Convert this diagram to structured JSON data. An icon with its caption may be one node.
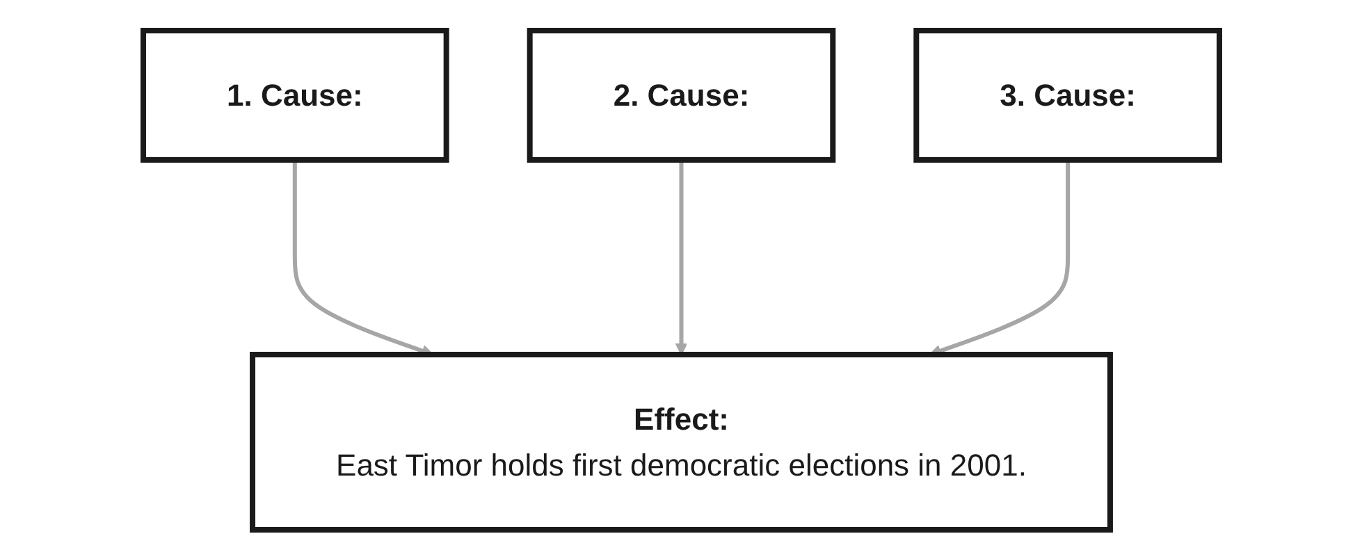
{
  "diagram": {
    "nodes": [
      {
        "text": [
          "1. Cause:"
        ]
      },
      {
        "text": [
          "2. Cause:"
        ]
      },
      {
        "text": [
          "3. Cause:"
        ]
      },
      {
        "text": [
          "Effect:",
          "East Timor holds first democratic elections in 2001."
        ]
      }
    ],
    "edges": [
      {
        "from": 0,
        "to": 3,
        "arrow": "to"
      },
      {
        "from": 1,
        "to": 3,
        "arrow": "to"
      },
      {
        "from": 2,
        "to": 3,
        "arrow": "to"
      }
    ]
  }
}
